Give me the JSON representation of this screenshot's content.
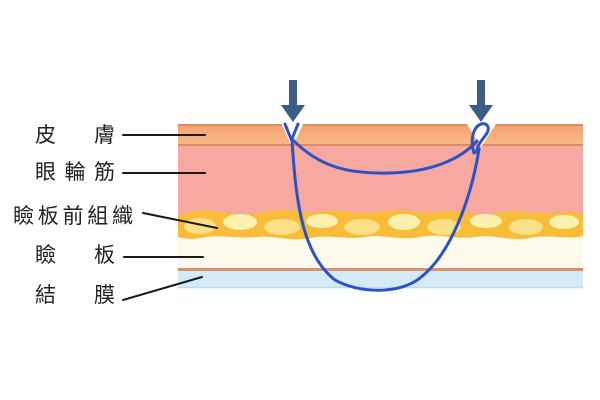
{
  "diagram": {
    "layers": [
      {
        "id": "skin",
        "label": "皮膚",
        "color": "#f6ac79"
      },
      {
        "id": "orbicularis",
        "label": "眼輪筋",
        "color": "#f6a8a1"
      },
      {
        "id": "pretarsal",
        "label": "瞼板前組織",
        "color": "#f7bd38"
      },
      {
        "id": "tarsus",
        "label": "瞼板",
        "color": "#fdf9ec"
      },
      {
        "id": "conjunctiva",
        "label": "結膜",
        "color": "#d4eaf4"
      }
    ],
    "arrows": {
      "icon": "down-arrow",
      "count": 2
    },
    "thread": {
      "icon": "suture-thread"
    }
  },
  "colors": {
    "background": "#ffffff",
    "text": "#222222",
    "leader_line": "#1a1a1a",
    "skin_top": "#f2a26f",
    "skin_bottom": "#f9ba8a",
    "skin_edge": "#de8c5f",
    "muscle": "#f6a8a1",
    "pretarsal_base": "#f7bd38",
    "pretarsal_blob1": "#fbe088",
    "pretarsal_blob2": "#fdf1b0",
    "tarsus": "#fdf9ec",
    "tarsus_edge": "#d9906f",
    "conjunctiva": "#d4eaf4",
    "conjunctiva_edge": "#bcdcea",
    "notch": "#ffffff",
    "thread": "#2b52c7",
    "arrow": "#3d5c88"
  }
}
